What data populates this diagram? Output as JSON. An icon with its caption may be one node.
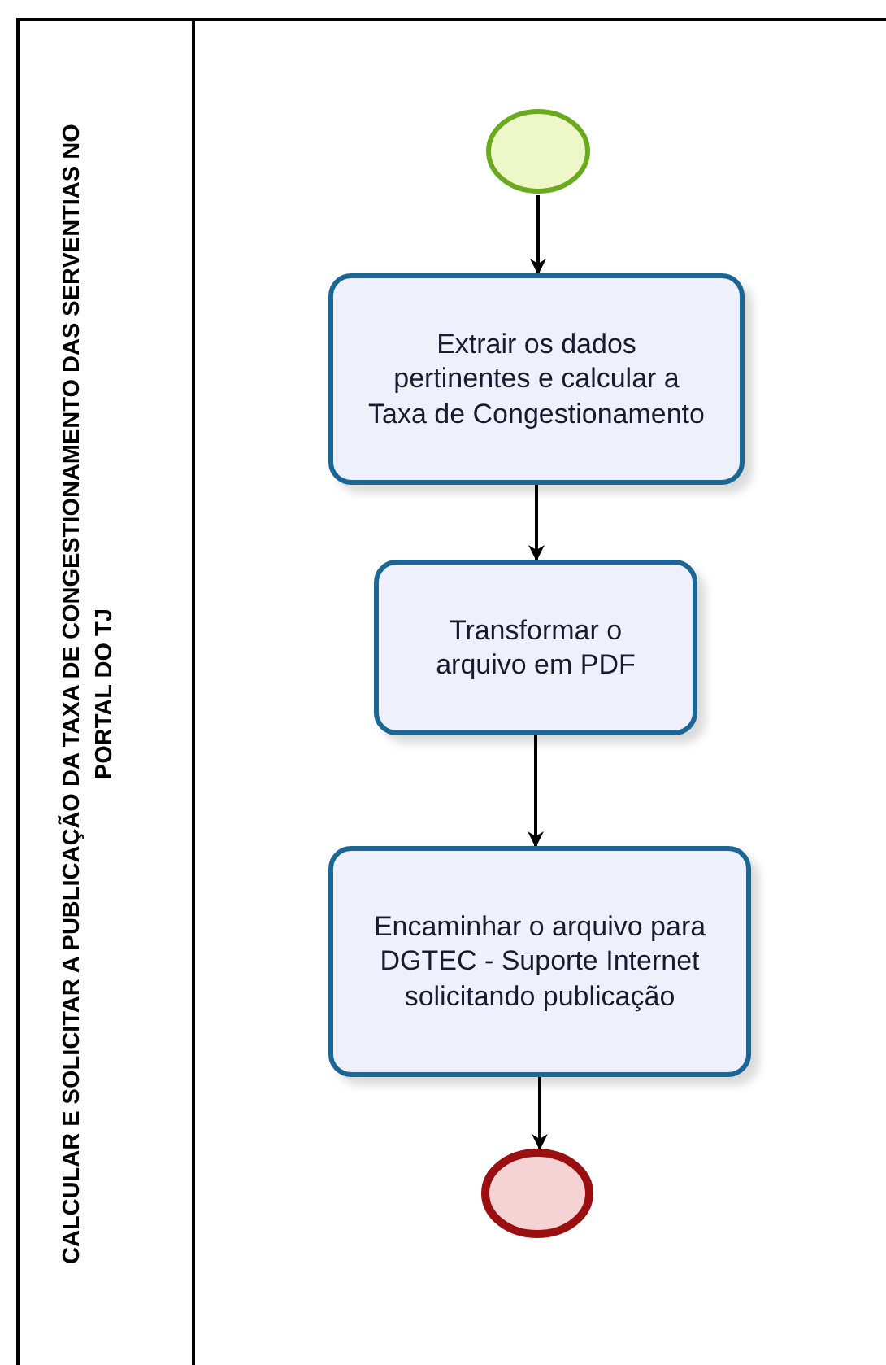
{
  "diagram": {
    "nodes": [
      {
        "text": [
          "CALCULAR E SOLICITAR A PUBLICAÇÃO DA TAXA DE CONGESTIONAMENTO DAS SERVENTIAS NO PORTAL DO TJ"
        ]
      },
      {
        "text": [],
        "shape": "circle",
        "in": 0
      },
      {
        "text": [
          "Extrair os dados pertinentes e calcular a Taxa de Congestionamento"
        ],
        "in": 0
      },
      {
        "text": [
          "Transformar o arquivo em PDF"
        ],
        "in": 0
      },
      {
        "text": [
          "Encaminhar o arquivo para DGTEC - Suporte Internet solicitando publicação"
        ],
        "in": 0
      },
      {
        "text": [],
        "shape": "circle",
        "in": 0
      }
    ],
    "edges": [
      {
        "from": 1,
        "to": 2,
        "arrow": "to"
      },
      {
        "from": 2,
        "to": 3,
        "arrow": "to"
      },
      {
        "from": 3,
        "to": 4,
        "arrow": "to"
      },
      {
        "from": 4,
        "to": 5,
        "arrow": "to"
      }
    ]
  }
}
